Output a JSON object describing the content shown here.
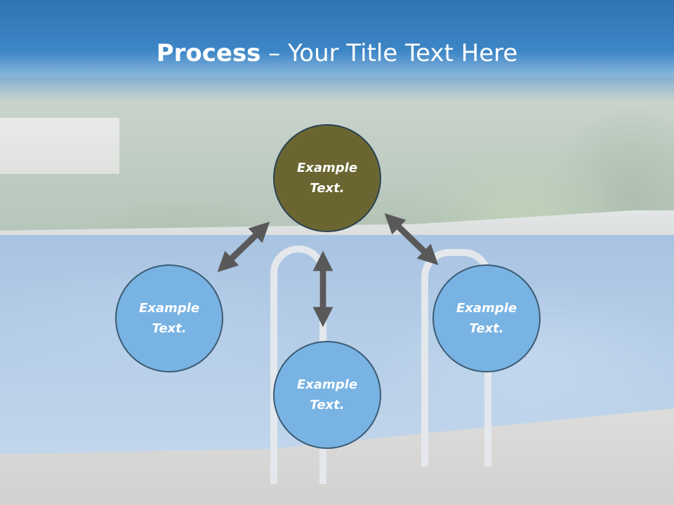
{
  "slide": {
    "title_bold": "Process",
    "title_rest": " – Your Title Text Here"
  },
  "nodes": {
    "top": {
      "line1": "Example",
      "line2": "Text."
    },
    "left": {
      "line1": "Example",
      "line2": "Text."
    },
    "right": {
      "line1": "Example",
      "line2": "Text."
    },
    "bottom": {
      "line1": "Example",
      "line2": "Text."
    }
  },
  "colors": {
    "title_bar": "#2f74b2",
    "center_node": "#6b6631",
    "outer_nodes": "#78b3e3",
    "arrows": "#595959"
  }
}
